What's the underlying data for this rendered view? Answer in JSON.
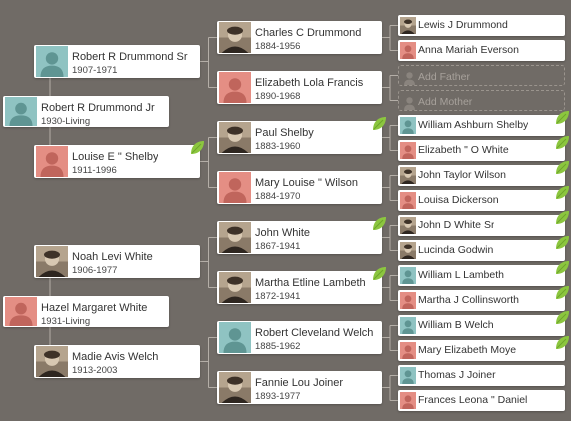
{
  "colors": {
    "background": "#706b66",
    "male": "#8fc3c2",
    "female": "#e48e84",
    "leaf": "#8cc63f",
    "line": "#b4aea7"
  },
  "people": {
    "root": {
      "name": "Robert R Drummond Jr",
      "life": "1930-Living",
      "gender": "male",
      "photo": false,
      "leaf": false
    },
    "p2": {
      "name": "Robert R Drummond Sr",
      "life": "1907-1971",
      "gender": "male",
      "photo": false,
      "leaf": false
    },
    "p3": {
      "name": "Louise E \" Shelby",
      "life": "1911-1996",
      "gender": "female",
      "photo": false,
      "leaf": true
    },
    "p4": {
      "name": "Charles C Drummond",
      "life": "1884-1956",
      "gender": "male",
      "photo": true,
      "leaf": false
    },
    "p5": {
      "name": "Elizabeth Lola Francis",
      "life": "1890-1968",
      "gender": "female",
      "photo": false,
      "leaf": false
    },
    "p6": {
      "name": "Paul Shelby",
      "life": "1883-1960",
      "gender": "male",
      "photo": true,
      "leaf": true
    },
    "p7": {
      "name": "Mary Louise \" Wilson",
      "life": "1884-1970",
      "gender": "female",
      "photo": false,
      "leaf": false
    },
    "p8": {
      "name": "Lewis J Drummond",
      "gender": "male",
      "photo": true,
      "leaf": false
    },
    "p9": {
      "name": "Anna Mariah Everson",
      "gender": "female",
      "photo": false,
      "leaf": false
    },
    "p10": {
      "label": "Add Father",
      "gender": "male"
    },
    "p11": {
      "label": "Add Mother",
      "gender": "female"
    },
    "p12": {
      "name": "William Ashburn Shelby",
      "gender": "male",
      "photo": false,
      "leaf": true
    },
    "p13": {
      "name": "Elizabeth \" O White",
      "gender": "female",
      "photo": false,
      "leaf": true
    },
    "p14": {
      "name": "John Taylor Wilson",
      "gender": "male",
      "photo": true,
      "leaf": true
    },
    "p15": {
      "name": "Louisa Dickerson",
      "gender": "female",
      "photo": false,
      "leaf": true
    },
    "root2": {
      "name": "Hazel Margaret White",
      "life": "1931-Living",
      "gender": "female",
      "photo": false,
      "leaf": false
    },
    "q2": {
      "name": "Noah Levi White",
      "life": "1906-1977",
      "gender": "male",
      "photo": true,
      "leaf": false
    },
    "q3": {
      "name": "Madie Avis Welch",
      "life": "1913-2003",
      "gender": "female",
      "photo": true,
      "leaf": false
    },
    "q4": {
      "name": "John White",
      "life": "1867-1941",
      "gender": "male",
      "photo": true,
      "leaf": true
    },
    "q5": {
      "name": "Martha Etline Lambeth",
      "life": "1872-1941",
      "gender": "female",
      "photo": true,
      "leaf": true
    },
    "q6": {
      "name": "Robert Cleveland Welch",
      "life": "1885-1962",
      "gender": "male",
      "photo": false,
      "leaf": false
    },
    "q7": {
      "name": "Fannie Lou Joiner",
      "life": "1893-1977",
      "gender": "female",
      "photo": true,
      "leaf": false
    },
    "q8": {
      "name": "John D White Sr",
      "gender": "male",
      "photo": true,
      "leaf": true
    },
    "q9": {
      "name": "Lucinda Godwin",
      "gender": "female",
      "photo": true,
      "leaf": true
    },
    "q10": {
      "name": "William L Lambeth",
      "gender": "male",
      "photo": false,
      "leaf": true
    },
    "q11": {
      "name": "Martha J Collinsworth",
      "gender": "female",
      "photo": false,
      "leaf": true
    },
    "q12": {
      "name": "William B Welch",
      "gender": "male",
      "photo": false,
      "leaf": true
    },
    "q13": {
      "name": "Mary Elizabeth Moye",
      "gender": "female",
      "photo": false,
      "leaf": true
    },
    "q14": {
      "name": "Thomas J Joiner",
      "gender": "male",
      "photo": false,
      "leaf": false
    },
    "q15": {
      "name": "Frances Leona \" Daniel",
      "gender": "female",
      "photo": false,
      "leaf": false
    }
  }
}
